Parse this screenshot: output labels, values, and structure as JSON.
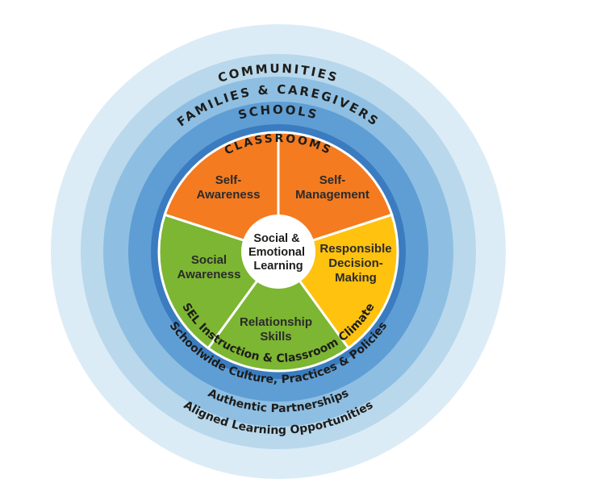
{
  "colors": {
    "ring_outer": "#dcecf6",
    "ring_families": "#b9d8ec",
    "ring_schools": "#8ebfe2",
    "ring_classroom": "#5f9ed4",
    "ring_inner": "#3b7cc0",
    "orange": "#f47b20",
    "green": "#7cb632",
    "yellow": "#ffc20e",
    "center": "#ffffff",
    "divider": "#ffffff"
  },
  "rings": {
    "communities": "COMMUNITIES",
    "families": "FAMILIES & CAREGIVERS",
    "schools": "SCHOOLS",
    "classrooms": "CLASSROOMS",
    "sel_instruction": "SEL Instruction & Classroom Climate",
    "schoolwide": "Schoolwide Culture, Practices & Policies",
    "partnerships": "Authentic Partnerships",
    "aligned": "Aligned Learning Opportunities"
  },
  "center": {
    "line1": "Social &",
    "line2": "Emotional",
    "line3": "Learning"
  },
  "segments": [
    {
      "id": "self-awareness",
      "lines": [
        "Self-",
        "Awareness"
      ],
      "color": "orange"
    },
    {
      "id": "self-management",
      "lines": [
        "Self-",
        "Management"
      ],
      "color": "orange"
    },
    {
      "id": "responsible-decision-making",
      "lines": [
        "Responsible",
        "Decision-",
        "Making"
      ],
      "color": "yellow"
    },
    {
      "id": "relationship-skills",
      "lines": [
        "Relationship",
        "Skills"
      ],
      "color": "green"
    },
    {
      "id": "social-awareness",
      "lines": [
        "Social",
        "Awareness"
      ],
      "color": "green"
    }
  ]
}
